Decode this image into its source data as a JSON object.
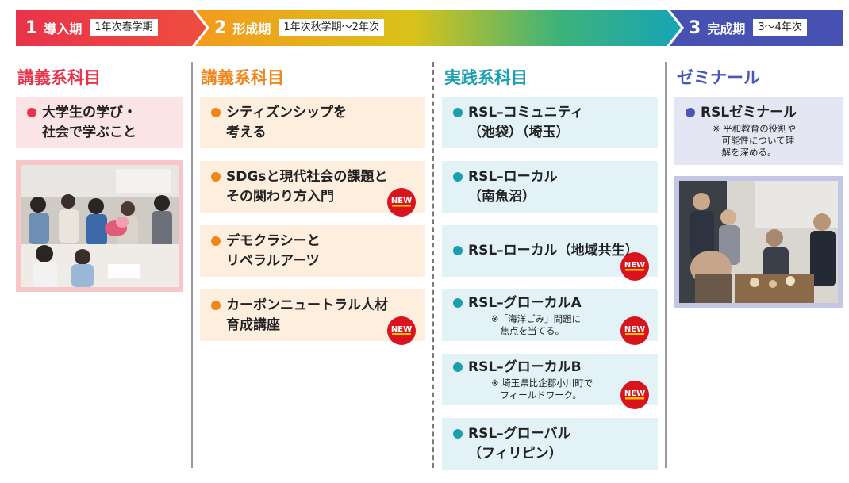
{
  "phases": [
    {
      "num": "1",
      "name": "導入期",
      "period": "1年次春学期",
      "color_from": "#e8334a",
      "color_to": "#f05a3c"
    },
    {
      "num": "2",
      "name": "形成期",
      "period": "1年次秋学期〜2年次",
      "color_from": "#f39c12",
      "color_to": "#1aa6b7"
    },
    {
      "num": "3",
      "name": "完成期",
      "period": "3〜4年次",
      "color_from": "#4a57b8",
      "color_to": "#3f4aa8"
    }
  ],
  "columns": {
    "intro": {
      "title": "講義系科目",
      "color": "#e8334a",
      "card_bg": "#fbe4e6",
      "items": [
        {
          "text": "大学生の学び・\n社会で学ぶこと"
        }
      ]
    },
    "formation_lecture": {
      "title": "講義系科目",
      "color": "#f0861a",
      "card_bg": "#fdeede",
      "items": [
        {
          "text": "シティズンシップを\n考える",
          "new": false
        },
        {
          "text": "SDGsと現代社会の課題と\nその関わり方入門",
          "new": true
        },
        {
          "text": "デモクラシーと\nリベラルアーツ",
          "new": false
        },
        {
          "text": "カーボンニュートラル人材\n育成講座",
          "new": true
        }
      ]
    },
    "formation_practice": {
      "title": "実践系科目",
      "color": "#1b9fb0",
      "card_bg": "#e3f2f7",
      "items": [
        {
          "text": "RSL–コミュニティ\n（池袋）（埼玉）",
          "note": "",
          "new": false
        },
        {
          "text": "RSL–ローカル\n（南魚沼）",
          "note": "",
          "new": false
        },
        {
          "text": "RSL–ローカル（地域共生）",
          "note": "",
          "new": true
        },
        {
          "text": "RSL–グローカルA",
          "note": "※「海洋ごみ」問題に\n　焦点を当てる。",
          "new": true
        },
        {
          "text": "RSL–グローカルB",
          "note": "※ 埼玉県比企郡小川町で\n　フィールドワーク。",
          "new": true
        },
        {
          "text": "RSL–グローバル\n（フィリピン）",
          "note": "",
          "new": false
        }
      ]
    },
    "seminar": {
      "title": "ゼミナール",
      "color": "#4a57b8",
      "card_bg": "#e4e6f3",
      "items": [
        {
          "text": "RSLゼミナール",
          "note": "※ 平和教育の役割や\n　可能性について理\n　解を深める。"
        }
      ]
    }
  },
  "badge": {
    "label": "NEW",
    "color": "#d9141e"
  }
}
